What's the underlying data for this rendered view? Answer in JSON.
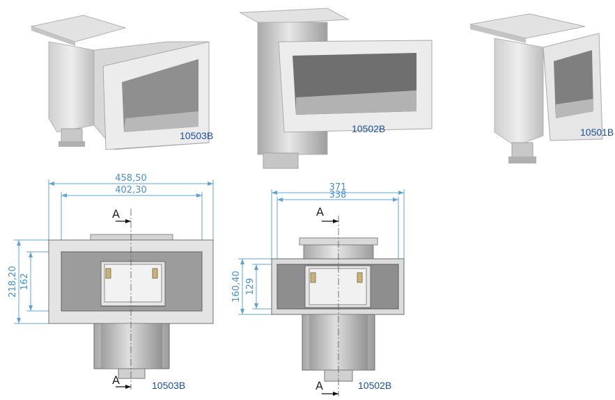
{
  "products": [
    {
      "code": "10503B"
    },
    {
      "code": "10502B"
    },
    {
      "code": "10501B"
    }
  ],
  "drawings": [
    {
      "code": "10503B",
      "outer_width": "458,50",
      "inner_width": "402,30",
      "outer_height": "218,20",
      "inner_height": "162",
      "section_mark": "A"
    },
    {
      "code": "10502B",
      "outer_width": "371",
      "inner_width": "338",
      "outer_height": "160,40",
      "inner_height": "129",
      "section_mark": "A"
    }
  ],
  "colors": {
    "label": "#1b4f94",
    "dimension": "#4a8fc7",
    "part_light": "#e6e6e6",
    "part_dark": "#9a9a9a"
  }
}
